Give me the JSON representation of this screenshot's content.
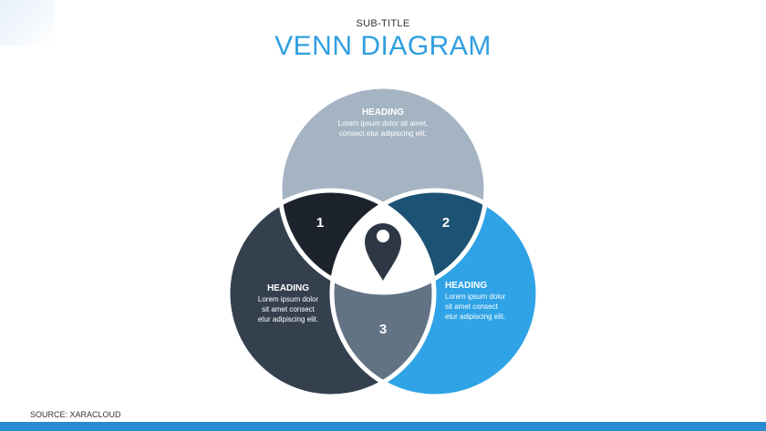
{
  "header": {
    "subtitle": "SUB-TITLE",
    "title": "VENN DIAGRAM"
  },
  "diagram": {
    "circles": [
      {
        "id": "top",
        "heading": "HEADING",
        "body": [
          "Lorem ipsum dolor sit amet,",
          "consect etur adipiscing elit."
        ],
        "color": "#a5b4c3"
      },
      {
        "id": "left",
        "heading": "HEADING",
        "body": [
          "Lorem ipsum dolor",
          "sit amet  consect",
          "etur adipiscing elit."
        ],
        "color": "#34404e"
      },
      {
        "id": "right",
        "heading": "HEADING",
        "body": [
          "Lorem ipsum dolor",
          "sit amet  consect",
          "etur adipiscing elit."
        ],
        "color": "#2fa3e6"
      }
    ],
    "intersections": [
      {
        "label": "1",
        "color": "#1c232c"
      },
      {
        "label": "2",
        "color": "#1c5274"
      },
      {
        "label": "3",
        "color": "#627384"
      }
    ],
    "center": {
      "color": "#ffffff",
      "icon": "map-pin-icon",
      "icon_color": "#2e3845"
    }
  },
  "footer": {
    "source": "SOURCE: XARACLOUD",
    "bar_color": "#2a8bd0"
  }
}
